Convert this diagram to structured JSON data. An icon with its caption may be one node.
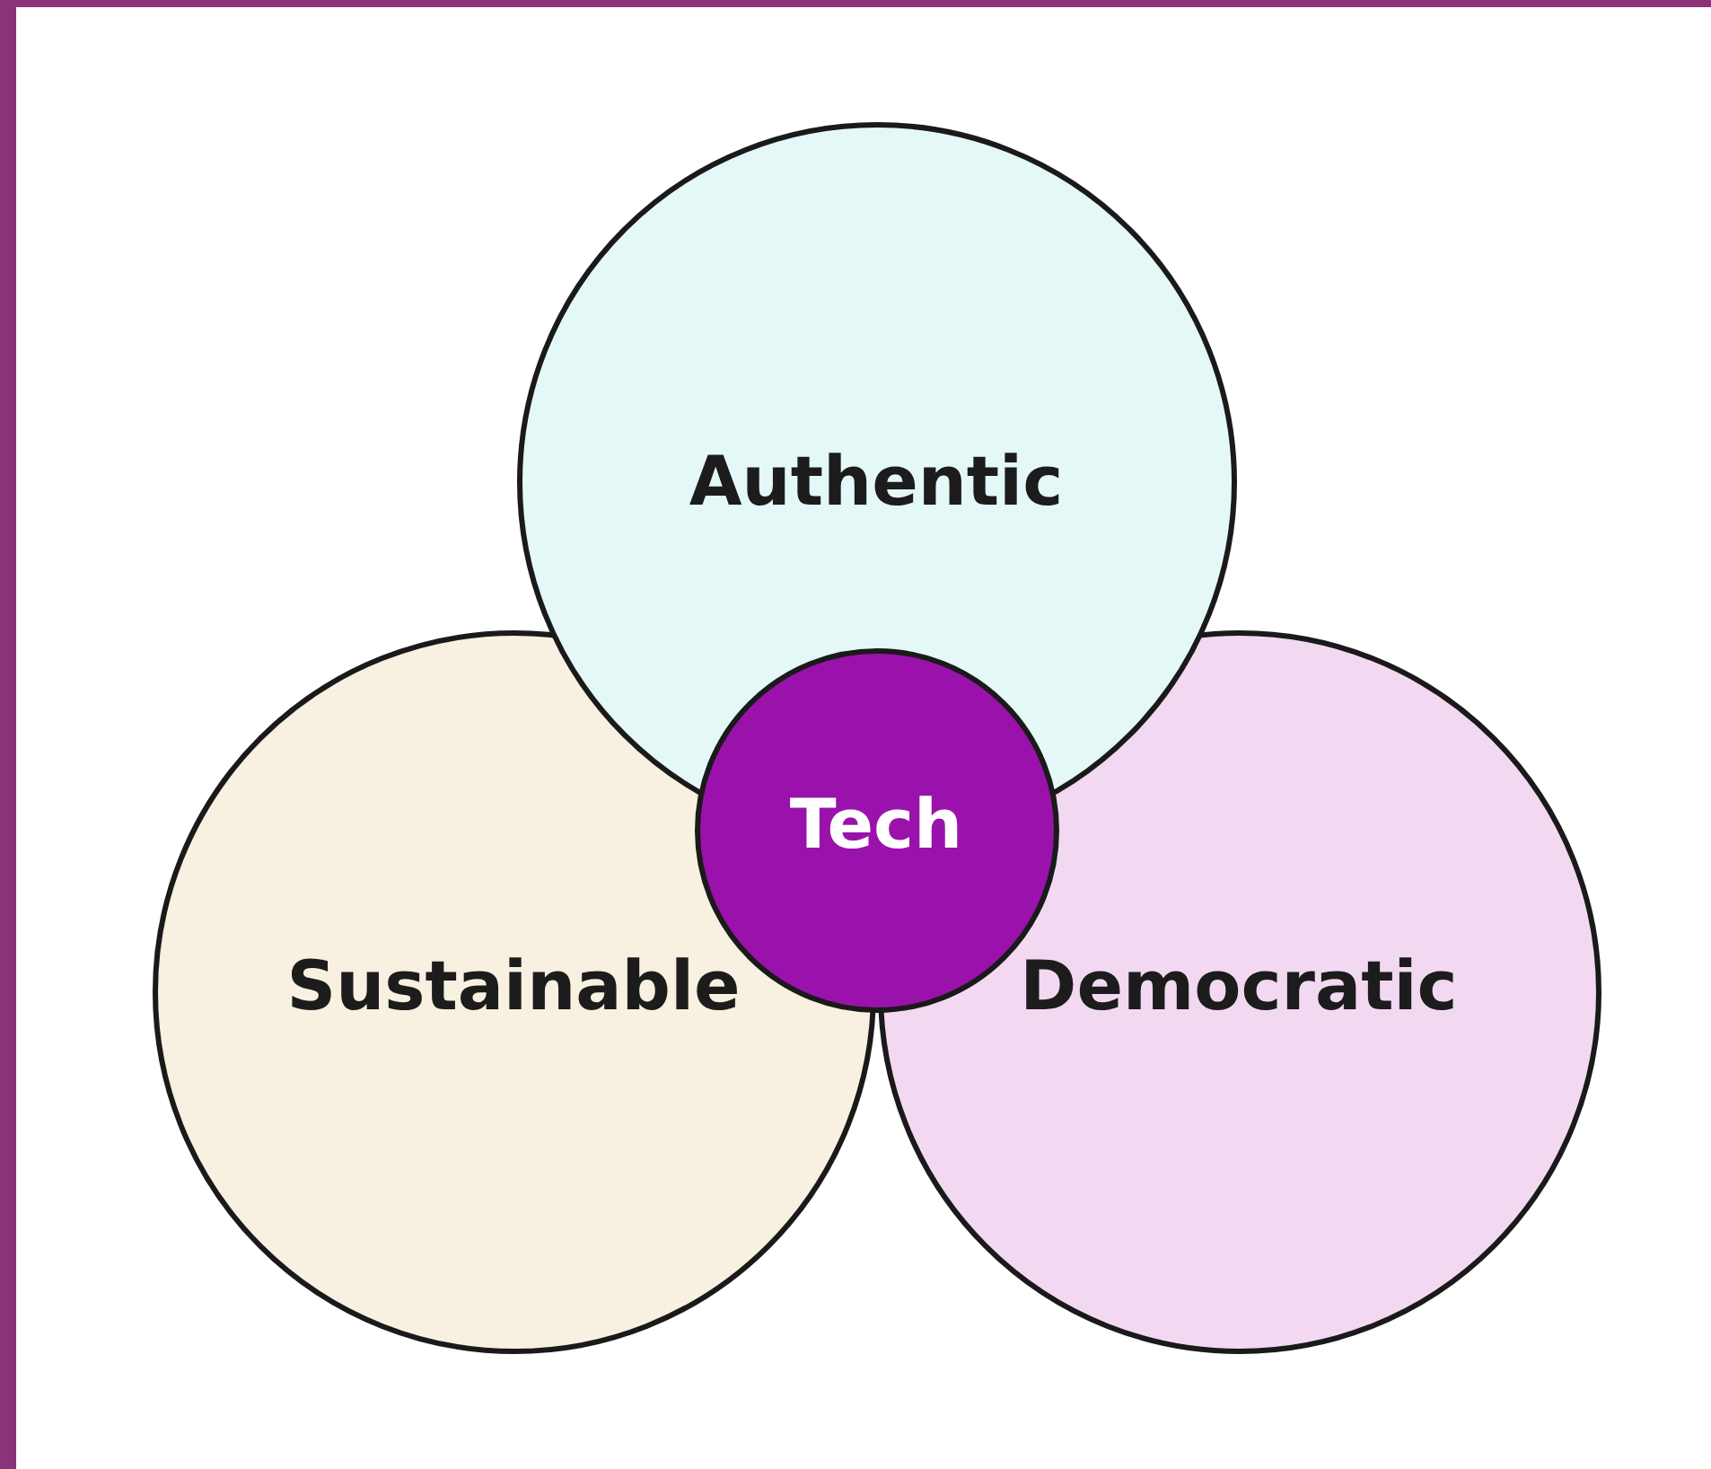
{
  "diagram": {
    "nodes": [
      {
        "text": [
          "Authentic"
        ]
      },
      {
        "text": [
          "Tech"
        ]
      },
      {
        "text": [
          "Sustainable"
        ]
      },
      {
        "text": [
          "Democratic"
        ]
      }
    ]
  }
}
